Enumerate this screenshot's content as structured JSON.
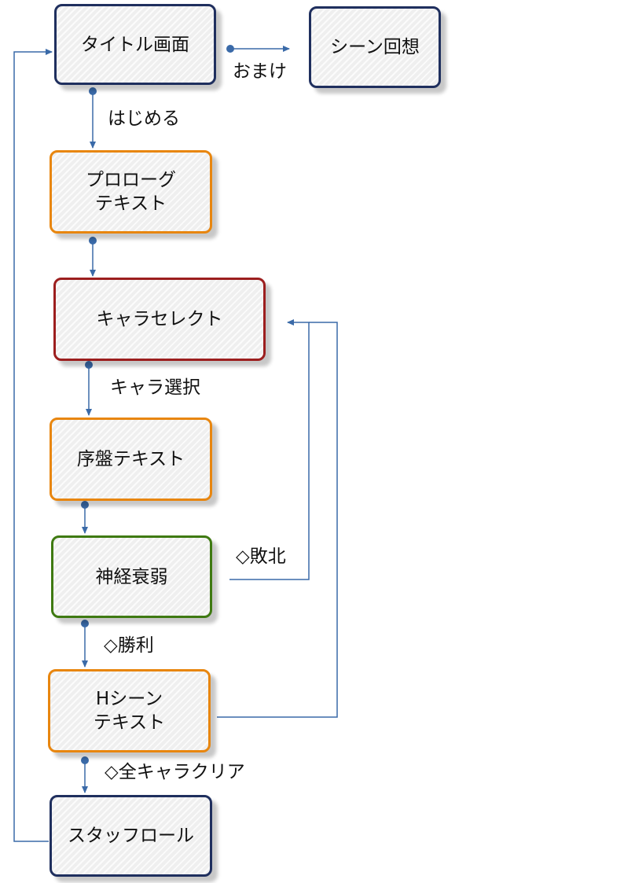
{
  "colors": {
    "navy": "#1f2f5e",
    "orange": "#e8860f",
    "red": "#9c1e1e",
    "green": "#3f7a12",
    "connector": "#3a6aa8"
  },
  "nodes": {
    "title": "タイトル画面",
    "scene_recall": "シーン回想",
    "prologue": {
      "line1": "プロローグ",
      "line2": "テキスト"
    },
    "chara_select": "キャラセレクト",
    "opening": "序盤テキスト",
    "memory_game": "神経衰弱",
    "h_scene": {
      "line1": "Hシーン",
      "line2": "テキスト"
    },
    "staff_roll": "スタッフロール"
  },
  "edge_labels": {
    "bonus": "おまけ",
    "start": "はじめる",
    "chara_choose": "キャラ選択",
    "defeat": "◇敗北",
    "victory": "◇勝利",
    "all_clear": "◇全キャラクリア"
  }
}
